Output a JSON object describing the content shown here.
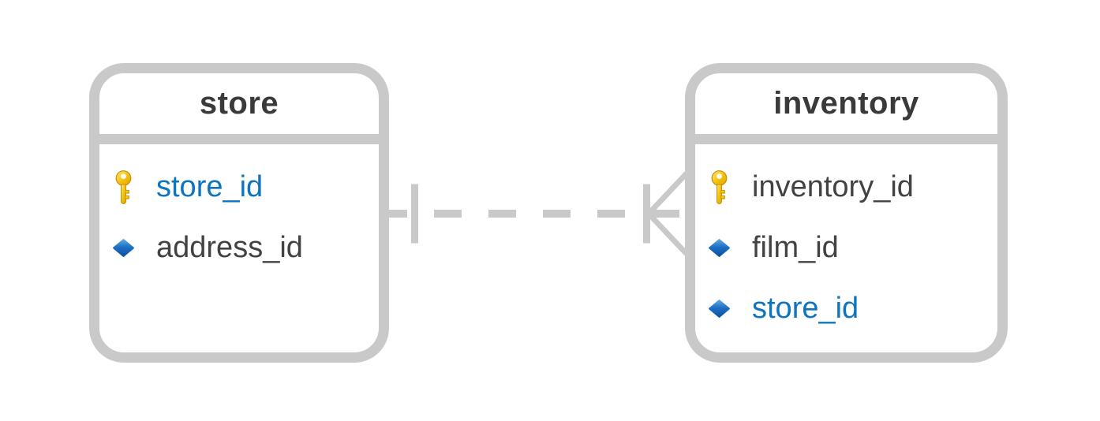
{
  "diagram": {
    "type": "entity-relationship",
    "colors": {
      "frame_gray": "#c9c9c9",
      "header_text": "#3a3a3a",
      "column_text": "#424242",
      "link_blue": "#0d74bf",
      "key_gold": "#f2b600",
      "diamond_blue": "#0e59ac",
      "background": "#ffffff"
    },
    "tables": [
      {
        "name": "store",
        "columns": [
          {
            "label": "store_id",
            "icon": "primary-key",
            "highlighted": true
          },
          {
            "label": "address_id",
            "icon": "diamond",
            "highlighted": false
          }
        ]
      },
      {
        "name": "inventory",
        "columns": [
          {
            "label": "inventory_id",
            "icon": "primary-key",
            "highlighted": false
          },
          {
            "label": "film_id",
            "icon": "diamond",
            "highlighted": false
          },
          {
            "label": "store_id",
            "icon": "diamond",
            "highlighted": true
          }
        ]
      }
    ],
    "relationship": {
      "from_table": "store",
      "to_table": "inventory",
      "from_cardinality": "one",
      "to_cardinality": "one-or-many",
      "line_style": "dashed",
      "notation": "crow-foot"
    }
  }
}
